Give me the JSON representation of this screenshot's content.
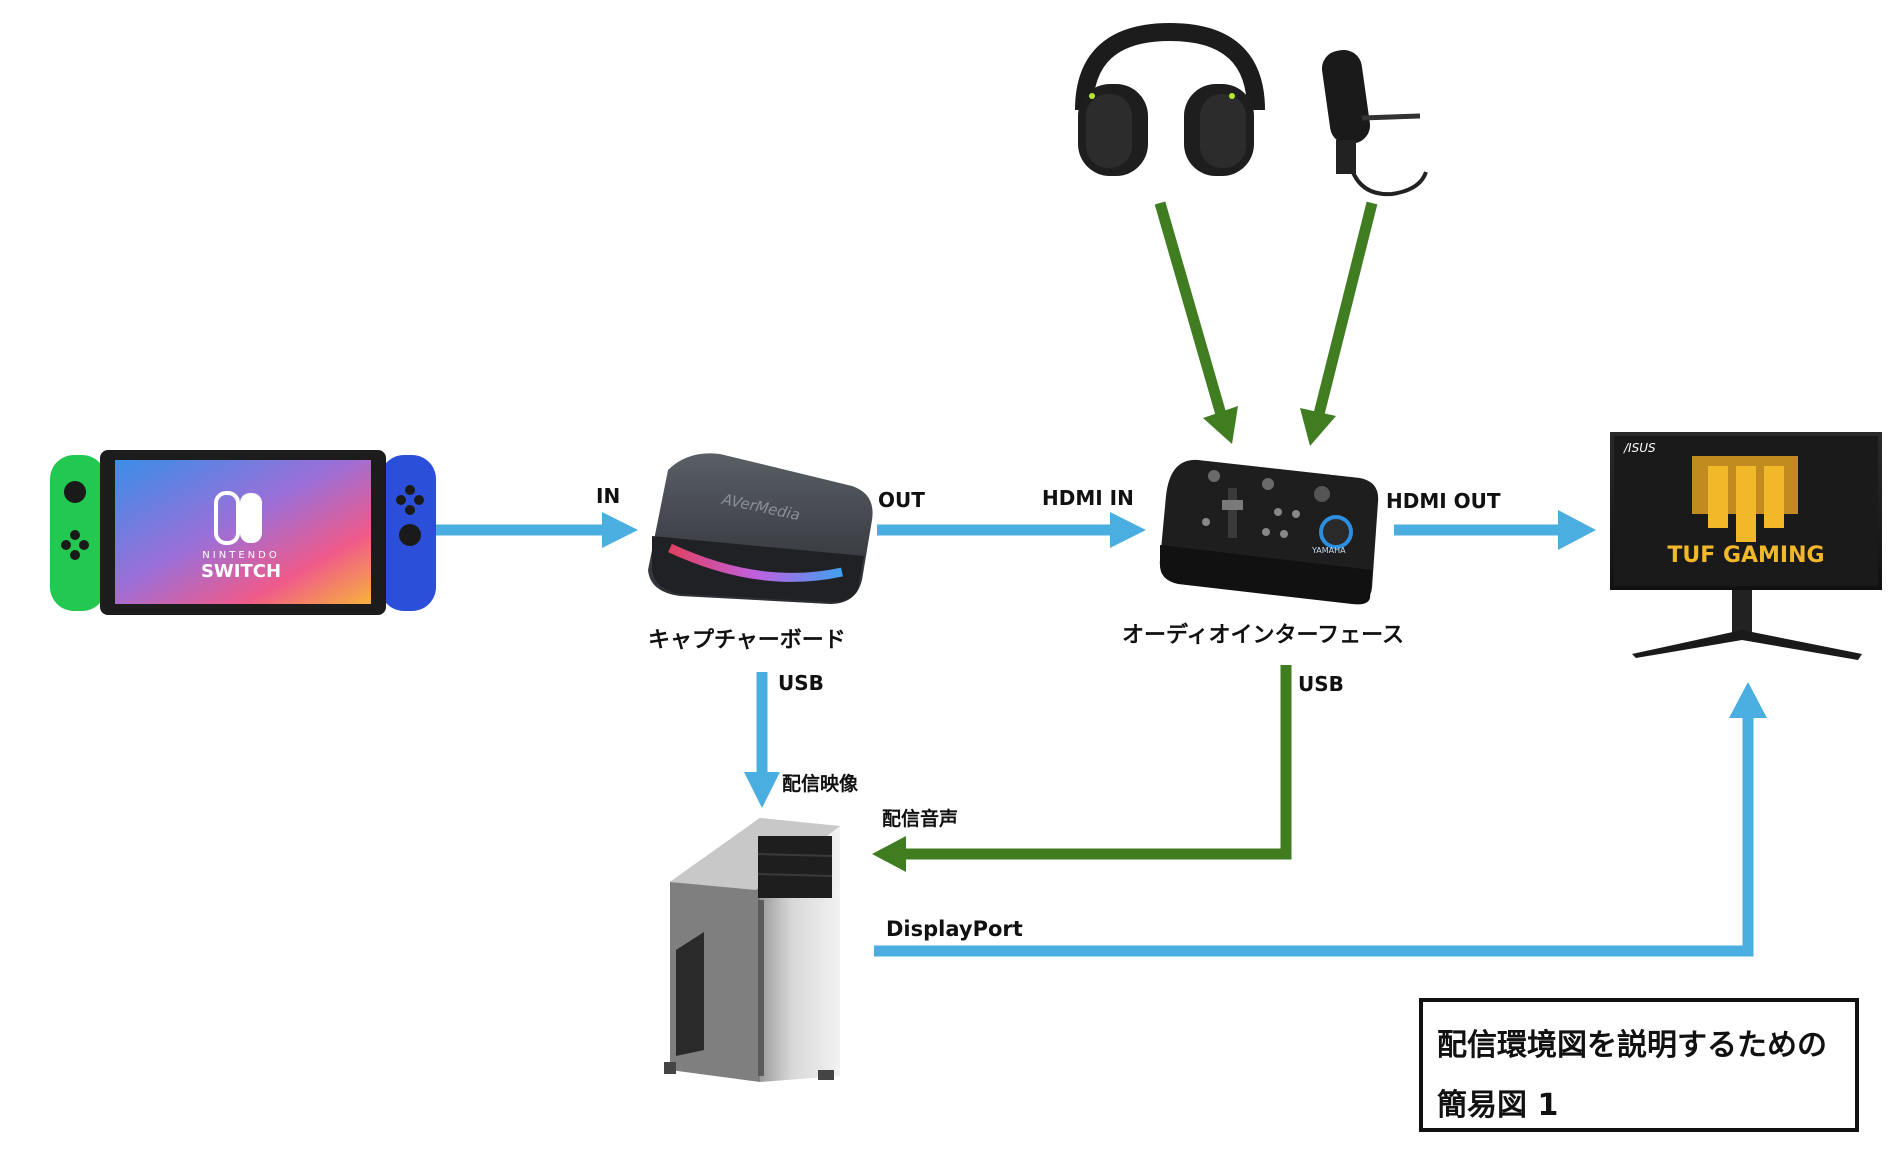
{
  "colors": {
    "video_signal": "#4aaee0",
    "audio_signal": "#3f7d20",
    "text": "#111111"
  },
  "devices": {
    "console": {
      "icon": "nintendo-switch-icon",
      "logo_top": "NINTENDO",
      "logo_bottom": "SWITCH"
    },
    "capture_board": {
      "icon": "capture-board-icon",
      "label": "キャプチャーボード",
      "brand": "AVerMedia"
    },
    "audio_interface": {
      "icon": "audio-interface-icon",
      "label": "オーディオインターフェース",
      "brand": "YAMAHA"
    },
    "monitor": {
      "icon": "monitor-icon",
      "brand": "/ISUS",
      "logo": "TUF GAMING"
    },
    "headphones": {
      "icon": "headphones-icon"
    },
    "microphone": {
      "icon": "microphone-icon"
    },
    "pc": {
      "icon": "pc-tower-icon"
    }
  },
  "edge_labels": {
    "switch_to_capture": "IN",
    "capture_out": "OUT",
    "interface_in": "HDMI IN",
    "interface_out": "HDMI OUT",
    "capture_usb": "USB",
    "capture_to_pc": "配信映像",
    "interface_usb": "USB",
    "interface_to_pc": "配信音声",
    "pc_to_monitor": "DisplayPort"
  },
  "caption": {
    "line1": "配信環境図を説明するための",
    "line2": "簡易図 1"
  }
}
